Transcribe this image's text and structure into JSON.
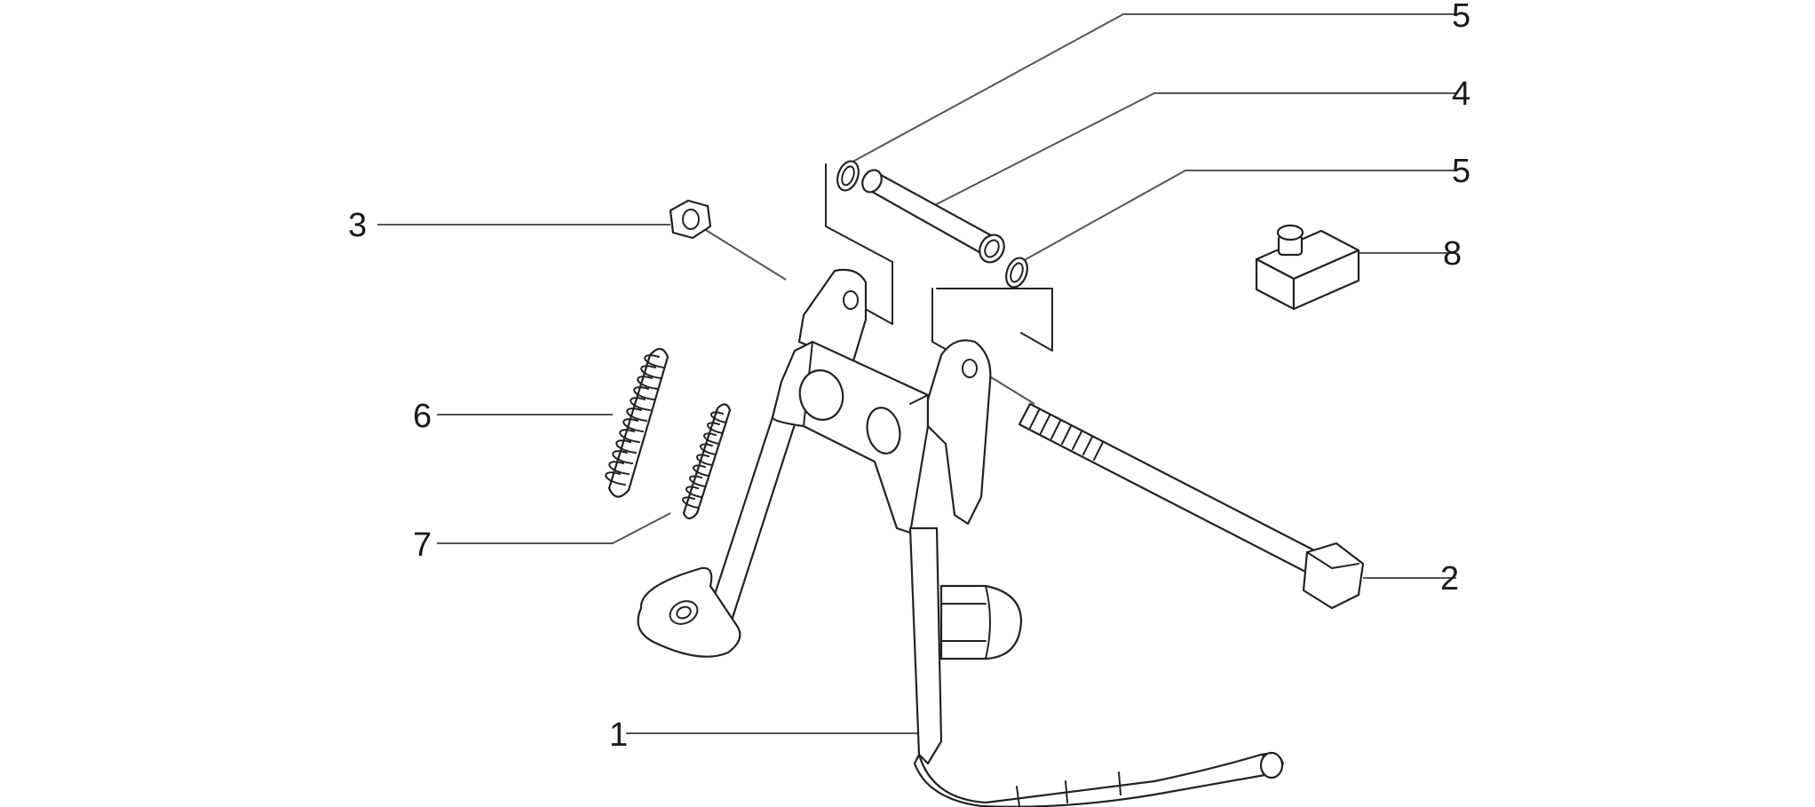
{
  "callouts": [
    {
      "id": "1",
      "label": "1",
      "part_icon": "center-stand-frame-icon"
    },
    {
      "id": "2",
      "label": "2",
      "part_icon": "pivot-bolt-icon"
    },
    {
      "id": "3",
      "label": "3",
      "part_icon": "hex-nut-icon"
    },
    {
      "id": "4",
      "label": "4",
      "part_icon": "pivot-tube-icon"
    },
    {
      "id": "5a",
      "label": "5",
      "part_icon": "o-ring-icon"
    },
    {
      "id": "5b",
      "label": "5",
      "part_icon": "o-ring-icon"
    },
    {
      "id": "6",
      "label": "6",
      "part_icon": "return-spring-large-icon"
    },
    {
      "id": "7",
      "label": "7",
      "part_icon": "return-spring-small-icon"
    },
    {
      "id": "8",
      "label": "8",
      "part_icon": "rubber-stop-icon"
    }
  ],
  "colors": {
    "line": "#222222",
    "leader": "#555555",
    "background": "#ffffff"
  }
}
